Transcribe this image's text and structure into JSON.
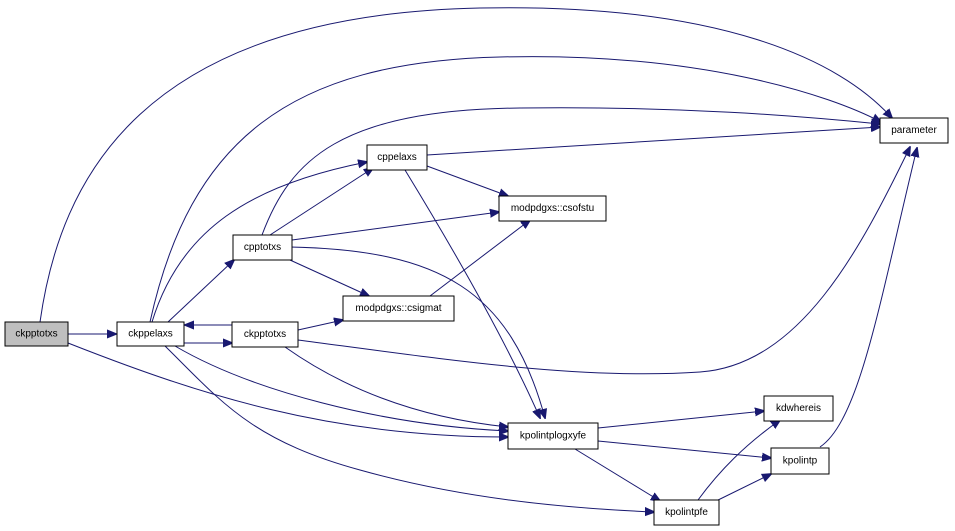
{
  "diagram": {
    "type": "call-graph",
    "colors": {
      "edge": "#191970",
      "root_fill": "#bfbfbf",
      "node_fill": "#ffffff",
      "border": "#000000"
    },
    "nodes": [
      {
        "id": "ckpptotxs_root",
        "label": "ckpptotxs",
        "root": true
      },
      {
        "id": "ckppelaxs",
        "label": "ckppelaxs"
      },
      {
        "id": "cpptotxs",
        "label": "cpptotxs"
      },
      {
        "id": "ckpptotxs",
        "label": "ckpptotxs"
      },
      {
        "id": "cppelaxs",
        "label": "cppelaxs"
      },
      {
        "id": "csofstu",
        "label": "modpdgxs::csofstu"
      },
      {
        "id": "csigmat",
        "label": "modpdgxs::csigmat"
      },
      {
        "id": "parameter",
        "label": "parameter"
      },
      {
        "id": "kdwhereis",
        "label": "kdwhereis"
      },
      {
        "id": "kpolintplogxyfe",
        "label": "kpolintplogxyfe"
      },
      {
        "id": "kpolintp",
        "label": "kpolintp"
      },
      {
        "id": "kpolintpfe",
        "label": "kpolintpfe"
      }
    ],
    "edges": [
      {
        "from": "ckpptotxs_root",
        "to": "ckppelaxs"
      },
      {
        "from": "ckpptotxs_root",
        "to": "parameter"
      },
      {
        "from": "ckpptotxs_root",
        "to": "kpolintplogxyfe"
      },
      {
        "from": "ckppelaxs",
        "to": "cpptotxs"
      },
      {
        "from": "ckppelaxs",
        "to": "ckpptotxs"
      },
      {
        "from": "ckppelaxs",
        "to": "cppelaxs"
      },
      {
        "from": "ckppelaxs",
        "to": "parameter"
      },
      {
        "from": "ckppelaxs",
        "to": "kpolintplogxyfe"
      },
      {
        "from": "ckppelaxs",
        "to": "kpolintpfe"
      },
      {
        "from": "ckpptotxs",
        "to": "ckppelaxs"
      },
      {
        "from": "ckpptotxs",
        "to": "csigmat"
      },
      {
        "from": "ckpptotxs",
        "to": "parameter"
      },
      {
        "from": "ckpptotxs",
        "to": "kpolintplogxyfe"
      },
      {
        "from": "cpptotxs",
        "to": "cppelaxs"
      },
      {
        "from": "cpptotxs",
        "to": "csofstu"
      },
      {
        "from": "cpptotxs",
        "to": "csigmat"
      },
      {
        "from": "cpptotxs",
        "to": "parameter"
      },
      {
        "from": "cpptotxs",
        "to": "kpolintplogxyfe"
      },
      {
        "from": "cppelaxs",
        "to": "parameter"
      },
      {
        "from": "cppelaxs",
        "to": "csofstu"
      },
      {
        "from": "cppelaxs",
        "to": "kpolintplogxyfe"
      },
      {
        "from": "csigmat",
        "to": "csofstu"
      },
      {
        "from": "kpolintplogxyfe",
        "to": "kdwhereis"
      },
      {
        "from": "kpolintplogxyfe",
        "to": "kpolintp"
      },
      {
        "from": "kpolintplogxyfe",
        "to": "kpolintpfe"
      },
      {
        "from": "kpolintpfe",
        "to": "kdwhereis"
      },
      {
        "from": "kpolintpfe",
        "to": "kpolintp"
      },
      {
        "from": "kpolintp",
        "to": "parameter"
      }
    ]
  }
}
